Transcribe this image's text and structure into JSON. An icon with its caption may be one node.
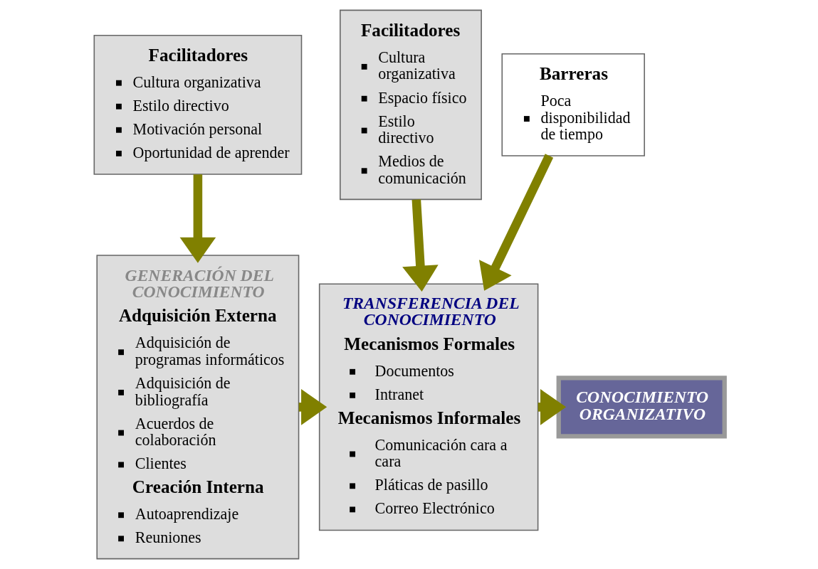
{
  "diagram": {
    "nodes": [
      {
        "text": [
          "Facilitadores",
          "Cultura organizativa",
          "Estilo directivo",
          "Motivación personal",
          "Oportunidad de aprender"
        ]
      },
      {
        "text": [
          "Facilitadores",
          "Cultura organizativa",
          "Espacio físico",
          "Estilo directivo",
          "Medios de comunicación"
        ]
      },
      {
        "text": [
          "Barreras",
          "Poca disponibilidad de tiempo"
        ]
      },
      {
        "text": [
          "GENERACIÓN DEL CONOCIMIENTO",
          "Adquisición Externa",
          "Adquisición de programas informáticos",
          "Adquisición de bibliografía",
          "Acuerdos de colaboración",
          "Clientes",
          "Creación Interna",
          "Autoaprendizaje",
          "Reuniones"
        ]
      },
      {
        "text": [
          "TRANSFERENCIA DEL CONOCIMIENTO",
          "Mecanismos Formales",
          "Documentos",
          "Intranet",
          "Mecanismos Informales",
          "Comunicación cara a cara",
          "Pláticas de pasillo",
          "Correo Electrónico"
        ]
      },
      {
        "text": [
          "CONOCIMIENTO ORGANIZATIVO"
        ]
      }
    ],
    "edges": [
      {
        "from": 0,
        "to": 3,
        "arrow": "to"
      },
      {
        "from": 1,
        "to": 4,
        "arrow": "to"
      },
      {
        "from": 2,
        "to": 4,
        "arrow": "to"
      },
      {
        "from": 3,
        "to": 4,
        "arrow": "to"
      },
      {
        "from": 4,
        "to": 5,
        "arrow": "to"
      }
    ]
  }
}
